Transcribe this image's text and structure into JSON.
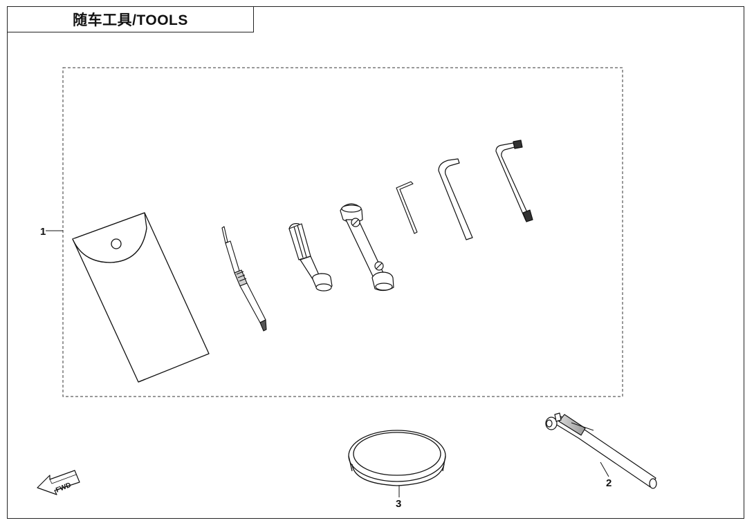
{
  "title": "随车工具/TOOLS",
  "callouts": {
    "kit": "1",
    "gauge": "2",
    "ring": "3"
  },
  "direction_label": "FWD",
  "icons": [
    "tool-pouch",
    "screwdriver",
    "socket-handle",
    "spark-plug-wrench",
    "small-hex-key",
    "medium-hex-key",
    "torx-key",
    "strap-ring",
    "tire-pressure-gauge",
    "forward-arrow"
  ]
}
